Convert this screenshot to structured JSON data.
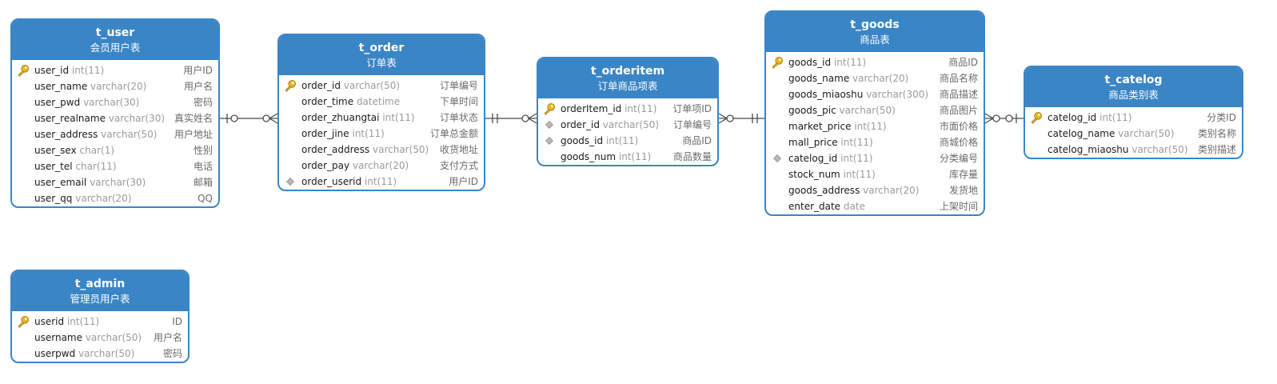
{
  "colors": {
    "entity_header": "#3a85c6",
    "entity_border": "#3a85c6",
    "field_type": "#9a9a9a",
    "field_comment": "#6a6a6a",
    "relation_line": "#4a4a4a",
    "primary_key_icon": "#e8b423",
    "foreign_key_icon": "#b8b8b8"
  },
  "entities": [
    {
      "id": "t_user",
      "name": "t_user",
      "comment": "会员用户表",
      "fields": [
        {
          "name": "user_id",
          "type": "int(11)",
          "comment": "用户ID",
          "key": "primary-key-icon"
        },
        {
          "name": "user_name",
          "type": "varchar(20)",
          "comment": "用户名",
          "key": ""
        },
        {
          "name": "user_pwd",
          "type": "varchar(30)",
          "comment": "密码",
          "key": ""
        },
        {
          "name": "user_realname",
          "type": "varchar(30)",
          "comment": "真实姓名",
          "key": ""
        },
        {
          "name": "user_address",
          "type": "varchar(50)",
          "comment": "用户地址",
          "key": ""
        },
        {
          "name": "user_sex",
          "type": "char(1)",
          "comment": "性别",
          "key": ""
        },
        {
          "name": "user_tel",
          "type": "char(11)",
          "comment": "电话",
          "key": ""
        },
        {
          "name": "user_email",
          "type": "varchar(30)",
          "comment": "邮箱",
          "key": ""
        },
        {
          "name": "user_qq",
          "type": "varchar(20)",
          "comment": "QQ",
          "key": ""
        }
      ]
    },
    {
      "id": "t_order",
      "name": "t_order",
      "comment": "订单表",
      "fields": [
        {
          "name": "order_id",
          "type": "varchar(50)",
          "comment": "订单编号",
          "key": "primary-key-icon"
        },
        {
          "name": "order_time",
          "type": "datetime",
          "comment": "下单时间",
          "key": ""
        },
        {
          "name": "order_zhuangtai",
          "type": "int(11)",
          "comment": "订单状态",
          "key": ""
        },
        {
          "name": "order_jine",
          "type": "int(11)",
          "comment": "订单总金额",
          "key": ""
        },
        {
          "name": "order_address",
          "type": "varchar(50)",
          "comment": "收货地址",
          "key": ""
        },
        {
          "name": "order_pay",
          "type": "varchar(20)",
          "comment": "支付方式",
          "key": ""
        },
        {
          "name": "order_userid",
          "type": "int(11)",
          "comment": "用户ID",
          "key": "foreign-key-icon"
        }
      ]
    },
    {
      "id": "t_orderitem",
      "name": "t_orderitem",
      "comment": "订单商品项表",
      "fields": [
        {
          "name": "orderItem_id",
          "type": "int(11)",
          "comment": "订单项ID",
          "key": "primary-key-icon"
        },
        {
          "name": "order_id",
          "type": "varchar(50)",
          "comment": "订单编号",
          "key": "foreign-key-icon"
        },
        {
          "name": "goods_id",
          "type": "int(11)",
          "comment": "商品ID",
          "key": "foreign-key-icon"
        },
        {
          "name": "goods_num",
          "type": "int(11)",
          "comment": "商品数量",
          "key": ""
        }
      ]
    },
    {
      "id": "t_goods",
      "name": "t_goods",
      "comment": "商品表",
      "fields": [
        {
          "name": "goods_id",
          "type": "int(11)",
          "comment": "商品ID",
          "key": "primary-key-icon"
        },
        {
          "name": "goods_name",
          "type": "varchar(20)",
          "comment": "商品名称",
          "key": ""
        },
        {
          "name": "goods_miaoshu",
          "type": "varchar(300)",
          "comment": "商品描述",
          "key": ""
        },
        {
          "name": "goods_pic",
          "type": "varchar(50)",
          "comment": "商品图片",
          "key": ""
        },
        {
          "name": "market_price",
          "type": "int(11)",
          "comment": "市面价格",
          "key": ""
        },
        {
          "name": "mall_price",
          "type": "int(11)",
          "comment": "商城价格",
          "key": ""
        },
        {
          "name": "catelog_id",
          "type": "int(11)",
          "comment": "分类编号",
          "key": "foreign-key-icon"
        },
        {
          "name": "stock_num",
          "type": "int(11)",
          "comment": "库存量",
          "key": ""
        },
        {
          "name": "goods_address",
          "type": "varchar(20)",
          "comment": "发货地",
          "key": ""
        },
        {
          "name": "enter_date",
          "type": "date",
          "comment": "上架时间",
          "key": ""
        }
      ]
    },
    {
      "id": "t_catelog",
      "name": "t_catelog",
      "comment": "商品类别表",
      "fields": [
        {
          "name": "catelog_id",
          "type": "int(11)",
          "comment": "分类ID",
          "key": "primary-key-icon"
        },
        {
          "name": "catelog_name",
          "type": "varchar(50)",
          "comment": "类别名称",
          "key": ""
        },
        {
          "name": "catelog_miaoshu",
          "type": "varchar(50)",
          "comment": "类别描述",
          "key": ""
        }
      ]
    },
    {
      "id": "t_admin",
      "name": "t_admin",
      "comment": "管理员用户表",
      "fields": [
        {
          "name": "userid",
          "type": "int(11)",
          "comment": "ID",
          "key": "primary-key-icon"
        },
        {
          "name": "username",
          "type": "varchar(50)",
          "comment": "用户名",
          "key": ""
        },
        {
          "name": "userpwd",
          "type": "varchar(50)",
          "comment": "密码",
          "key": ""
        }
      ]
    }
  ],
  "relations": [
    {
      "from": "t_user",
      "to": "t_order",
      "from_end": "one-or-zero",
      "to_end": "zero-or-many"
    },
    {
      "from": "t_order",
      "to": "t_orderitem",
      "from_end": "exactly-one",
      "to_end": "zero-or-many"
    },
    {
      "from": "t_orderitem",
      "to": "t_goods",
      "from_end": "zero-or-many",
      "to_end": "exactly-one"
    },
    {
      "from": "t_goods",
      "to": "t_catelog",
      "from_end": "zero-or-many",
      "to_end": "one-or-zero"
    }
  ]
}
